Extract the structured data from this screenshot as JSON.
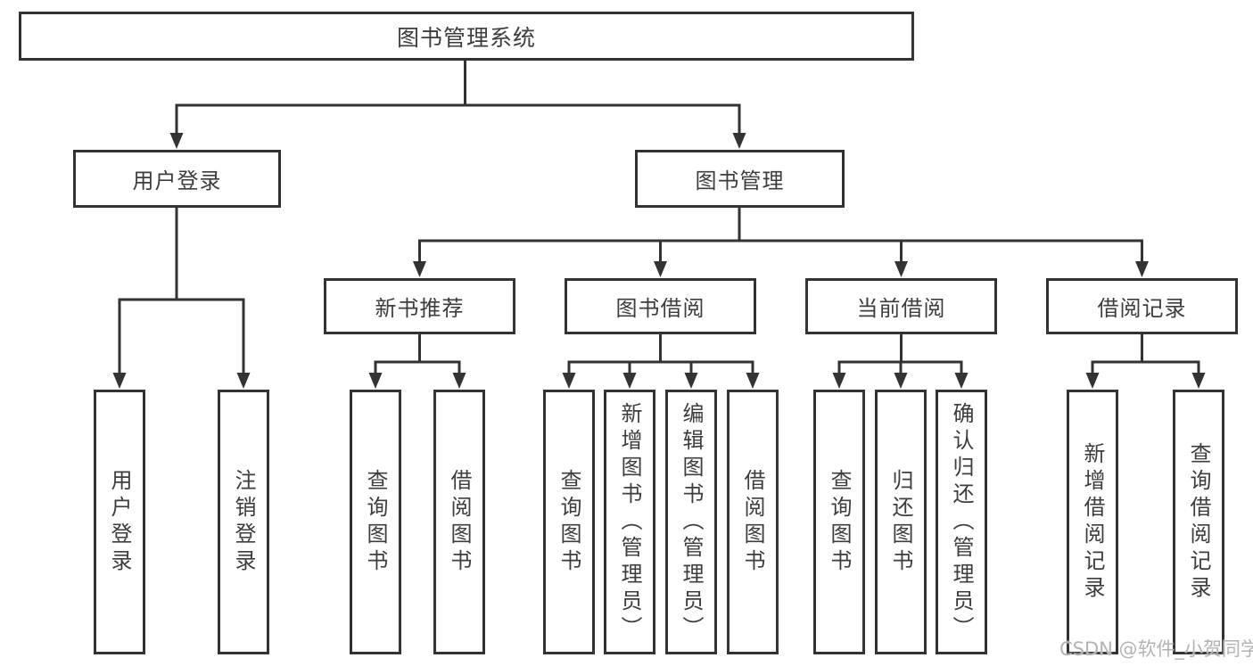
{
  "nodes": {
    "root": {
      "label": "图书管理系统"
    },
    "user_login": {
      "label": "用户登录"
    },
    "book_mgmt": {
      "label": "图书管理"
    },
    "new_book_rec": {
      "label": "新书推荐"
    },
    "book_borrow": {
      "label": "图书借阅"
    },
    "current_borrow": {
      "label": "当前借阅"
    },
    "borrow_record": {
      "label": "借阅记录"
    },
    "leaf_user_login": {
      "label": "用户登录"
    },
    "leaf_logout": {
      "label": "注销登录"
    },
    "leaf_query_book_rec": {
      "label": "查询图书"
    },
    "leaf_borrow_book_rec": {
      "label": "借阅图书"
    },
    "leaf_query_book_borrow": {
      "label": "查询图书"
    },
    "leaf_add_book": {
      "label": "新增图书（管理员）"
    },
    "leaf_edit_book": {
      "label": "编辑图书（管理员）"
    },
    "leaf_borrow_book_borrow": {
      "label": "借阅图书"
    },
    "leaf_query_book_current": {
      "label": "查询图书"
    },
    "leaf_return_book": {
      "label": "归还图书"
    },
    "leaf_confirm_return": {
      "label": "确认归还（管理员）"
    },
    "leaf_add_record": {
      "label": "新增借阅记录"
    },
    "leaf_query_record": {
      "label": "查询借阅记录"
    }
  },
  "watermark": {
    "text": "CSDN @软件_小贺同学"
  },
  "colors": {
    "line": "#333333",
    "text": "#3d3d3d",
    "watermark": "#b3b3b3",
    "background": "#ffffff"
  }
}
